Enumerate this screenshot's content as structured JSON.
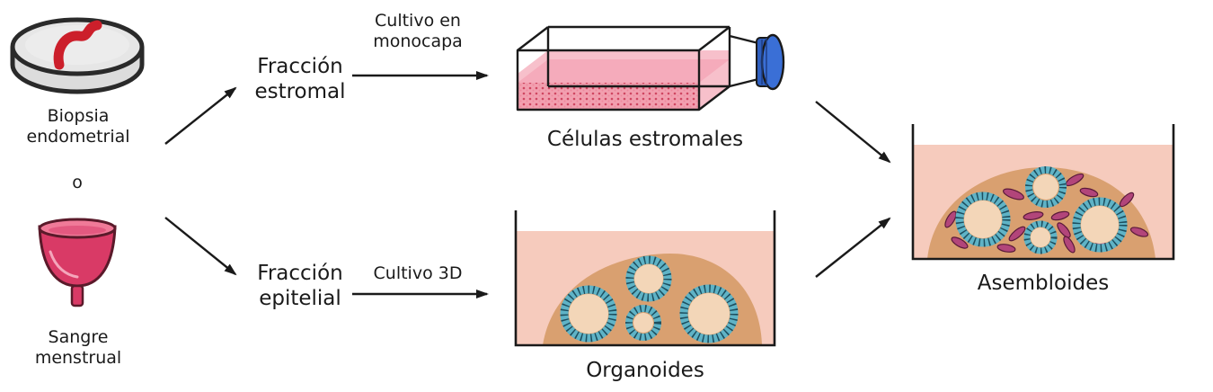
{
  "sources": {
    "biopsy_line1": "Biopsia",
    "biopsy_line2": "endometrial",
    "or": "o",
    "menstrual_line1": "Sangre",
    "menstrual_line2": "menstrual"
  },
  "fractions": {
    "stromal_line1": "Fracción",
    "stromal_line2": "estromal",
    "epithelial_line1": "Fracción",
    "epithelial_line2": "epitelial"
  },
  "methods": {
    "monolayer_line1": "Cultivo en",
    "monolayer_line2": "monocapa",
    "culture_3d": "Cultivo 3D"
  },
  "results": {
    "stromal_cells": "Células estromales",
    "organoids": "Organoides",
    "assembloids": "Asembloides"
  },
  "colors": {
    "tissue_red": "#cc1f2b",
    "cup_pink": "#d93a66",
    "flask_medium": "#e8607a",
    "flask_cap": "#2f5fbf",
    "well_medium": "#f6cbbd",
    "matrix_dome": "#d9a070",
    "organoid_cells": "#5fb3c6",
    "stromal_cell": "#b2457a"
  }
}
